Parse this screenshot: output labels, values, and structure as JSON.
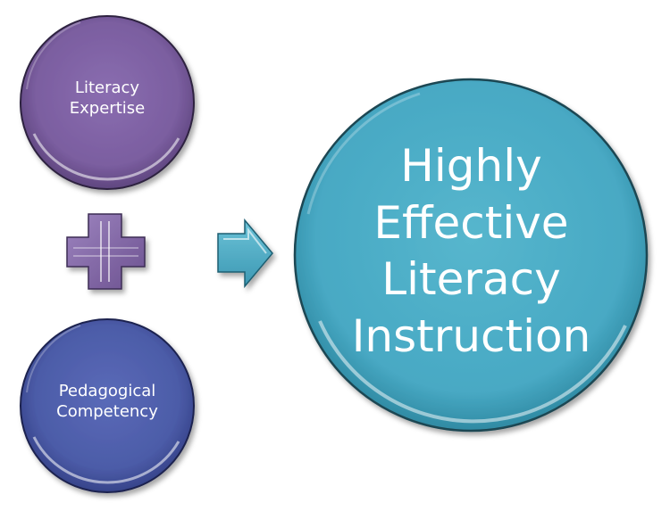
{
  "diagram": {
    "input_one": {
      "line1": "Literacy",
      "line2": "Expertise",
      "color": "#8064A2"
    },
    "input_two": {
      "line1": "Pedagogical",
      "line2": "Competency",
      "color": "#4F5FAD"
    },
    "operator_icon": "plus-icon",
    "arrow_icon": "right-arrow-icon",
    "result": {
      "line1": "Highly",
      "line2": "Effective",
      "line3": "Literacy",
      "line4": "Instruction",
      "color": "#4BACC6"
    }
  }
}
